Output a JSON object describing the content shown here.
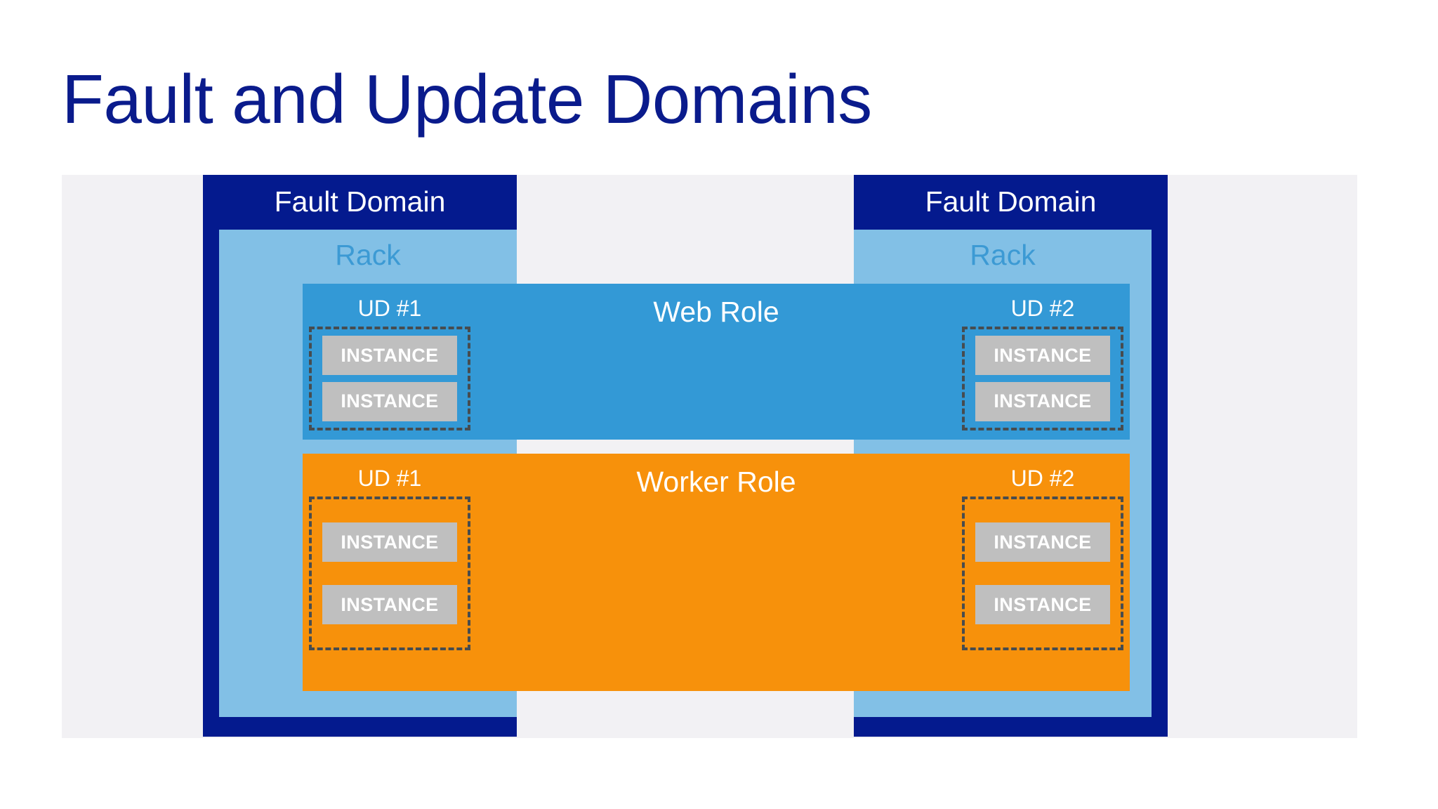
{
  "slide": {
    "title": "Fault and Update Domains",
    "title_color": "#0a1b8c",
    "canvas_bg": "#f2f1f4"
  },
  "colors": {
    "fault_domain": "#041a8e",
    "rack": "#82c0e6",
    "rack_text": "#3c9ad4",
    "web_role": "#3399d6",
    "worker_role": "#f7910b",
    "instance": "#bfbfbf",
    "dashed_border": "#474c4f",
    "white_text": "#ffffff"
  },
  "fault_domains": [
    {
      "title": "Fault Domain",
      "rack": {
        "title": "Rack"
      }
    },
    {
      "title": "Fault Domain",
      "rack": {
        "title": "Rack"
      }
    }
  ],
  "roles": [
    {
      "title": "Web Role",
      "update_domains": [
        {
          "label": "UD #1",
          "instances": [
            {
              "label": "INSTANCE"
            },
            {
              "label": "INSTANCE"
            }
          ]
        },
        {
          "label": "UD #2",
          "instances": [
            {
              "label": "INSTANCE"
            },
            {
              "label": "INSTANCE"
            }
          ]
        }
      ]
    },
    {
      "title": "Worker Role",
      "update_domains": [
        {
          "label": "UD #1",
          "instances": [
            {
              "label": "INSTANCE"
            },
            {
              "label": "INSTANCE"
            }
          ]
        },
        {
          "label": "UD #2",
          "instances": [
            {
              "label": "INSTANCE"
            },
            {
              "label": "INSTANCE"
            }
          ]
        }
      ]
    }
  ]
}
